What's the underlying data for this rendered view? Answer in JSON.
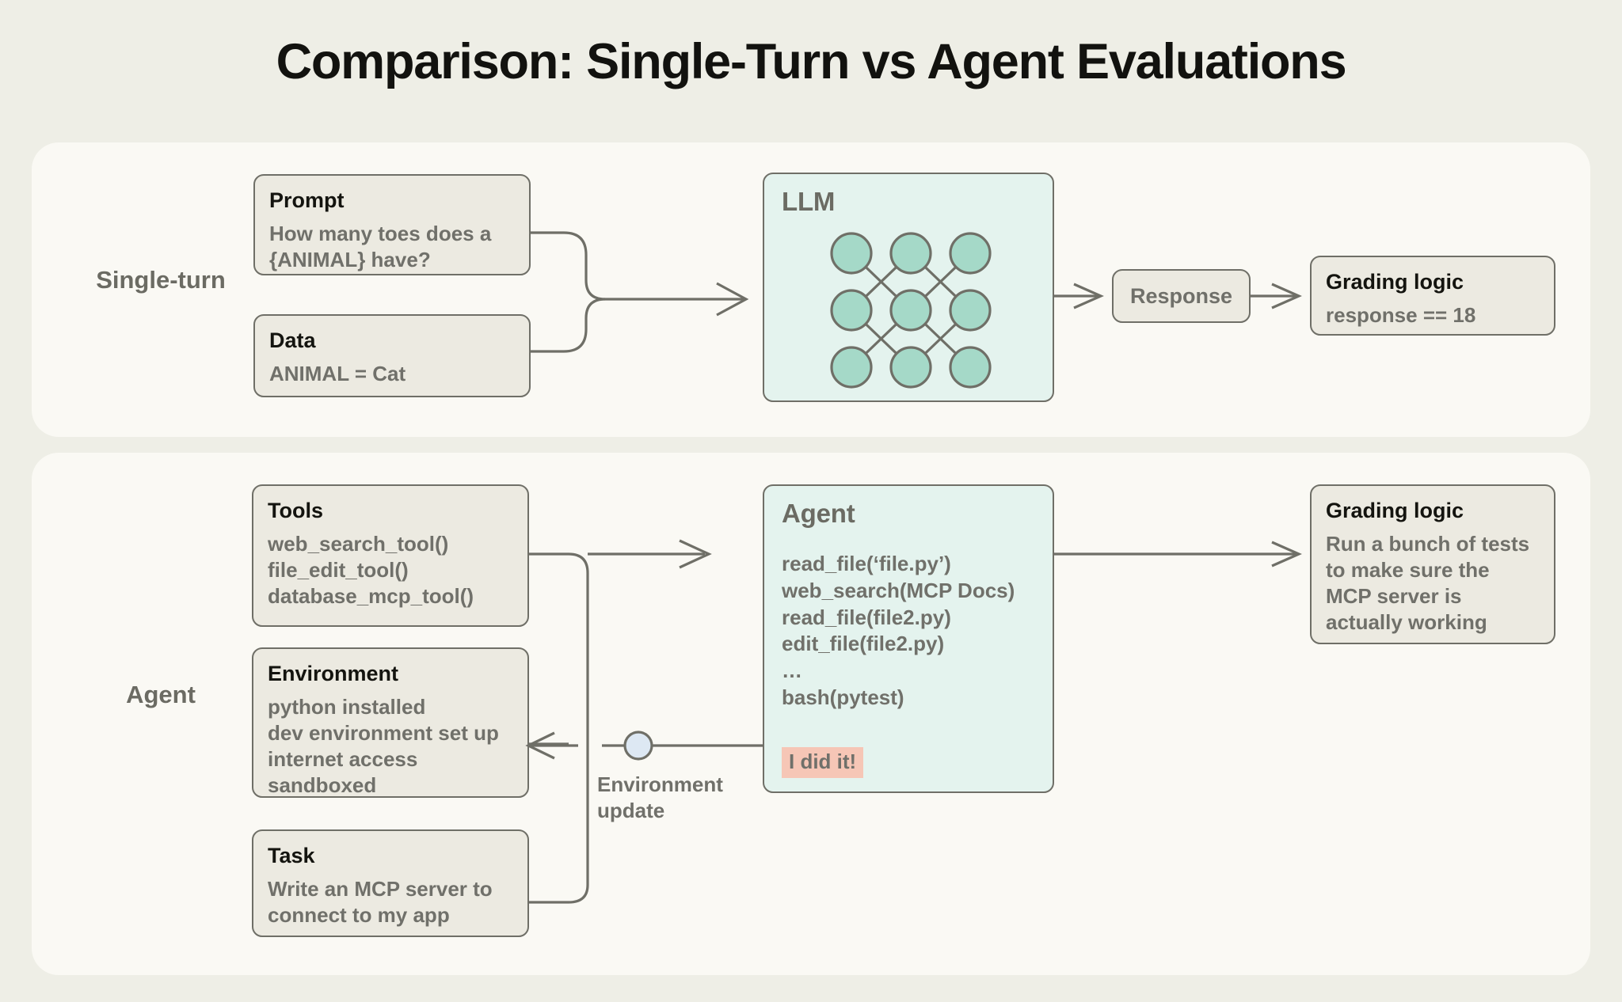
{
  "title": "Comparison: Single-Turn vs Agent Evaluations",
  "colors": {
    "page_background": "#eeeee6",
    "panel_background": "#faf9f4",
    "card_background": "#eceae1",
    "card_border": "#6f6f67",
    "mint_background": "#e4f3ee",
    "node_fill": "#a5d9c8",
    "highlight_background": "#f6c6b6",
    "env_dot_fill": "#dde8f3",
    "heading_text": "#14140f",
    "body_text": "#70706a"
  },
  "rows": {
    "single_turn": {
      "label": "Single-turn",
      "prompt": {
        "header": "Prompt",
        "body": "How many toes does a\n{ANIMAL} have?"
      },
      "data": {
        "header": "Data",
        "body": "ANIMAL = Cat"
      },
      "llm": {
        "title": "LLM",
        "network_layers": 3,
        "nodes_per_layer": 3
      },
      "response": {
        "label": "Response"
      },
      "grading": {
        "header": "Grading logic",
        "body": "response == 18"
      }
    },
    "agent": {
      "label": "Agent",
      "tools": {
        "header": "Tools",
        "body": "web_search_tool()\nfile_edit_tool()\ndatabase_mcp_tool()"
      },
      "environment": {
        "header": "Environment",
        "body": "python installed\ndev environment set up\ninternet access\nsandboxed"
      },
      "task": {
        "header": "Task",
        "body": "Write an MCP server to\nconnect to my app"
      },
      "agent_box": {
        "title": "Agent",
        "trace": "read_file(‘file.py’)\nweb_search(MCP Docs)\nread_file(file2.py)\nedit_file(file2.py)\n…\nbash(pytest)",
        "done_badge": "I did it!"
      },
      "feedback": {
        "label": "Environment\nupdate"
      },
      "grading": {
        "header": "Grading logic",
        "body": "Run a bunch of tests\nto make sure the\nMCP server is\nactually working"
      }
    }
  }
}
